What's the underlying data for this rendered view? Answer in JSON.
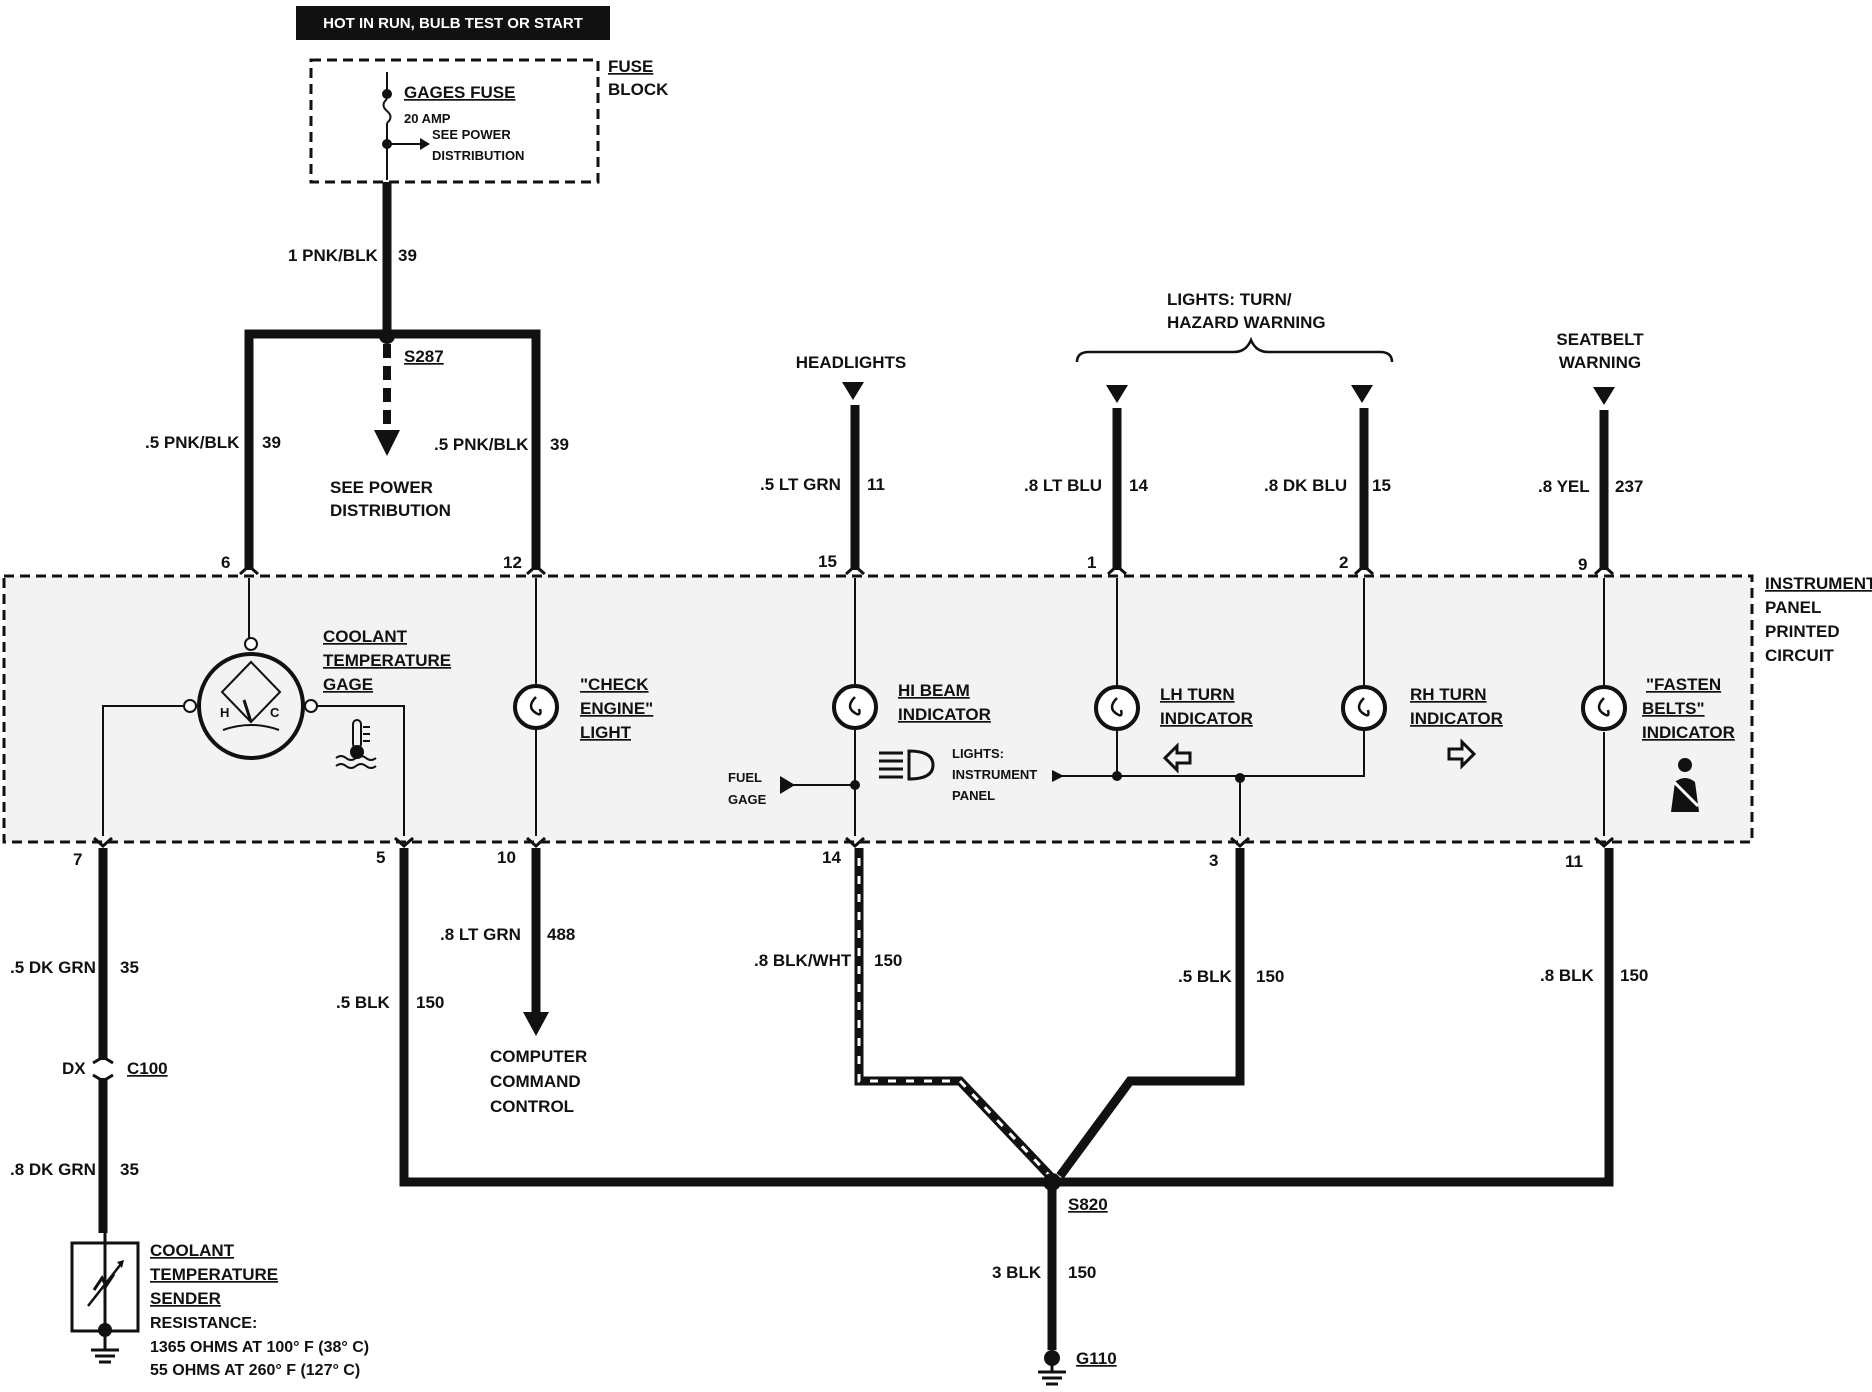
{
  "header": {
    "text": "HOT IN RUN, BULB TEST OR START"
  },
  "fuse_block": {
    "label_line1": "FUSE",
    "label_line2": "BLOCK",
    "fuse_name": "GAGES FUSE",
    "fuse_rating": "20 AMP",
    "see_power_line1": "SEE POWER",
    "see_power_line2": "DISTRIBUTION"
  },
  "splices": {
    "s287": "S287",
    "s820": "S820"
  },
  "ground": {
    "g110": "G110"
  },
  "power_distribution": {
    "line1": "SEE POWER",
    "line2": "DISTRIBUTION"
  },
  "wires": {
    "w_fuse": {
      "gauge_color": "1 PNK/BLK",
      "circuit": "39"
    },
    "w_left39": {
      "gauge_color": ".5 PNK/BLK",
      "circuit": "39"
    },
    "w_right39": {
      "gauge_color": ".5 PNK/BLK",
      "circuit": "39"
    },
    "w_headlights": {
      "gauge_color": ".5 LT GRN",
      "circuit": "11"
    },
    "w_lhturn": {
      "gauge_color": ".8 LT BLU",
      "circuit": "14"
    },
    "w_rhturn": {
      "gauge_color": ".8 DK BLU",
      "circuit": "15"
    },
    "w_seatbelt": {
      "gauge_color": ".8 YEL",
      "circuit": "237"
    },
    "w_dkgrn_upper": {
      "gauge_color": ".5 DK GRN",
      "circuit": "35"
    },
    "w_dkgrn_lower": {
      "gauge_color": ".8 DK GRN",
      "circuit": "35"
    },
    "w_blk_pin5": {
      "gauge_color": ".5 BLK",
      "circuit": "150"
    },
    "w_ltgrn488": {
      "gauge_color": ".8 LT GRN",
      "circuit": "488"
    },
    "w_blkwht": {
      "gauge_color": ".8 BLK/WHT",
      "circuit": "150"
    },
    "w_blk_pin3": {
      "gauge_color": ".5 BLK",
      "circuit": "150"
    },
    "w_blk_pin11": {
      "gauge_color": ".8 BLK",
      "circuit": "150"
    },
    "w_ground": {
      "gauge_color": "3 BLK",
      "circuit": "150"
    }
  },
  "pins": {
    "p6": "6",
    "p12": "12",
    "p15": "15",
    "p1": "1",
    "p2": "2",
    "p9": "9",
    "p7": "7",
    "p5": "5",
    "p10": "10",
    "p14": "14",
    "p3": "3",
    "p11": "11"
  },
  "sources": {
    "headlights": "HEADLIGHTS",
    "turn_line1": "LIGHTS: TURN/",
    "turn_line2": "HAZARD WARNING",
    "seatbelt_line1": "SEATBELT",
    "seatbelt_line2": "WARNING"
  },
  "panel": {
    "line1": "INSTRUMENT",
    "line2": "PANEL",
    "line3": "PRINTED",
    "line4": "CIRCUIT"
  },
  "components": {
    "coolant_gage": {
      "line1": "COOLANT",
      "line2": "TEMPERATURE",
      "line3": "GAGE",
      "h": "H",
      "c": "C"
    },
    "check_engine": {
      "line1": "\"CHECK",
      "line2": "ENGINE\"",
      "line3": "LIGHT"
    },
    "hi_beam": {
      "line1": "HI BEAM",
      "line2": "INDICATOR"
    },
    "lh_turn": {
      "line1": "LH TURN",
      "line2": "INDICATOR"
    },
    "rh_turn": {
      "line1": "RH TURN",
      "line2": "INDICATOR"
    },
    "fasten_belts": {
      "line1": "\"FASTEN",
      "line2": "BELTS\"",
      "line3": "INDICATOR"
    },
    "fuel_gage": {
      "line1": "FUEL",
      "line2": "GAGE"
    },
    "lights_ip": {
      "line1": "LIGHTS:",
      "line2": "INSTRUMENT",
      "line3": "PANEL"
    }
  },
  "connector": {
    "c100": "C100",
    "dx": "DX"
  },
  "ccc": {
    "line1": "COMPUTER",
    "line2": "COMMAND",
    "line3": "CONTROL"
  },
  "sender": {
    "line1": "COOLANT",
    "line2": "TEMPERATURE",
    "line3": "SENDER",
    "line4": "RESISTANCE:",
    "line5": "1365 OHMS AT 100° F (38° C)",
    "line6": "55 OHMS AT 260° F (127° C)"
  }
}
